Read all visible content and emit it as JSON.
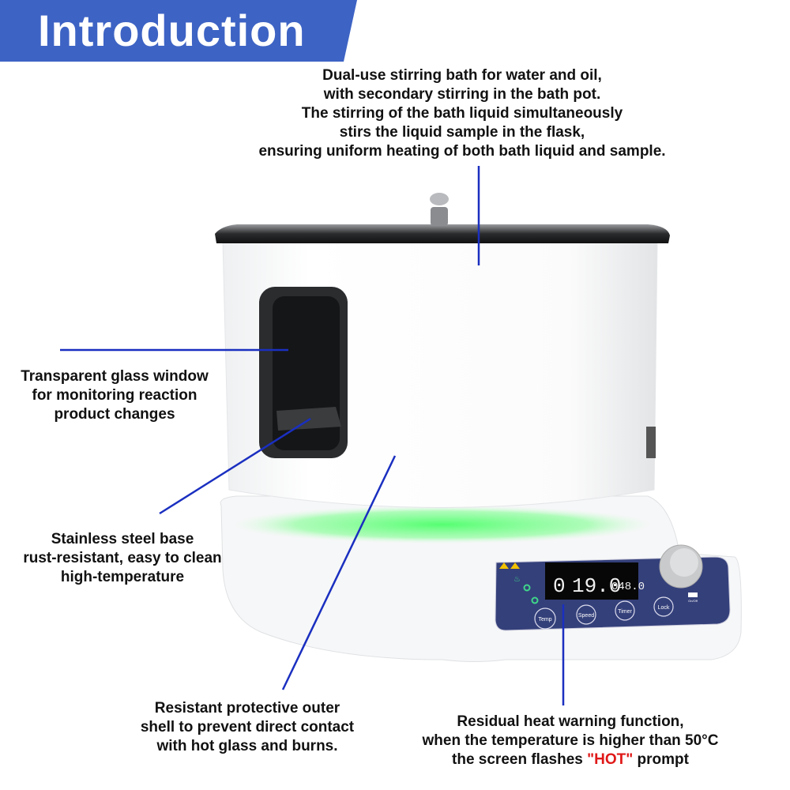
{
  "header": {
    "title": "Introduction"
  },
  "callouts": {
    "stirring": {
      "lines": [
        "Dual-use stirring bath for water and oil,",
        "with secondary stirring in the bath pot.",
        "The stirring of the bath liquid simultaneously",
        "stirs the liquid sample in the flask,",
        "ensuring uniform heating of both bath liquid and sample."
      ]
    },
    "window": {
      "lines": [
        "Transparent glass window",
        "for monitoring reaction",
        "product changes"
      ]
    },
    "base": {
      "lines": [
        "Stainless steel base",
        "rust-resistant, easy to clean",
        "high-temperature"
      ]
    },
    "shell": {
      "lines": [
        "Resistant protective outer",
        "shell to prevent direct contact",
        "with hot glass and burns."
      ]
    },
    "residual": {
      "line1": "Residual heat warning function,",
      "line2": "when the temperature is higher than 50°C",
      "line3_pre": "the screen flashes ",
      "line3_hot": "\"HOT\"",
      "line3_post": " prompt"
    }
  },
  "panel": {
    "display_left": "0",
    "display_temp": "19.0",
    "display_right": "048.0",
    "buttons": [
      "Temp",
      "Speed",
      "Timer",
      "Lock"
    ],
    "switch_label": "On/Off"
  },
  "colors": {
    "banner": "#3d63c4",
    "leader": "#1a2fc0",
    "panel": "#34407a",
    "hot": "#e01818",
    "glow": "#4cff6a"
  }
}
